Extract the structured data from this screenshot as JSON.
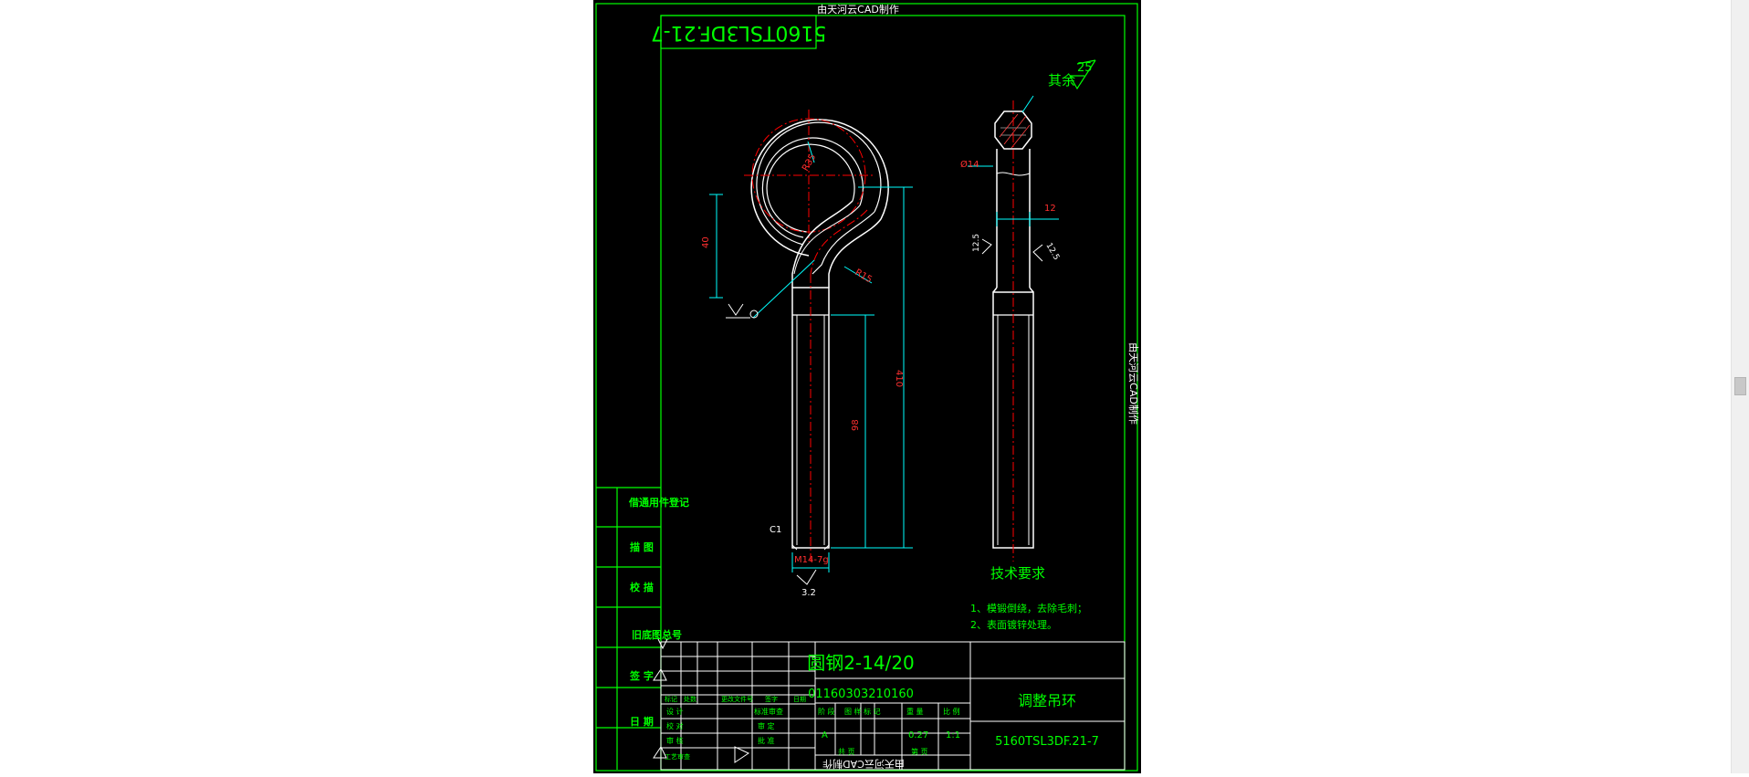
{
  "drawing": {
    "watermark": "由天河云CAD制作",
    "drawing_number_mirrored": "5160TSL3DF.21-7",
    "roughness_symbol_label": "其余",
    "roughness_general_value": "25",
    "dimensions": {
      "ring_radius": "R35",
      "neck_radius": "R15",
      "height_40": "40",
      "length_410": "410",
      "thread_length_98": "98",
      "chamfer": "C1",
      "thread_spec": "M14-7g",
      "thread_roughness": "3.2",
      "diameter": "Ø14",
      "width_12": "12",
      "roughness_left": "12.5",
      "roughness_right": "12.5"
    },
    "notes": {
      "title": "技术要求",
      "line1": "1、模锻倒绕，去除毛刺；",
      "line2": "2、表面镀锌处理。"
    },
    "left_column": {
      "item1": "借通用件登记",
      "item2": "描  图",
      "item3": "校  描",
      "item4": "旧底图总号",
      "item5": "签  字",
      "item6": "日  期"
    },
    "title_block": {
      "material": "圆钢2-14/20",
      "code": "01160303210160",
      "part_name": "调整吊环",
      "drawing_number": "5160TSL3DF.21-7",
      "rev_headers": [
        "标记",
        "处数",
        "更改文件号",
        "签字",
        "日期"
      ],
      "roles_left": [
        "设 计",
        "校 对",
        "审 核",
        "工艺审查"
      ],
      "roles_right": [
        "标准审查",
        "审 定",
        "批 准"
      ],
      "stage_label": "阶 段",
      "drawing_mark_label": "图 样 标 记",
      "weight_label": "重 量",
      "scale_label": "比 例",
      "stage_value": "A",
      "weight_value": "0.27",
      "scale_value": "1:1",
      "sheets_total_label": "共      页",
      "sheet_label": "第      页"
    }
  },
  "colors": {
    "background": "#000000",
    "frame": "#00ff00",
    "outline": "#ffffff",
    "centerline": "#ff0000",
    "dimension": "#00ffff",
    "label_text": "#ff3030"
  }
}
